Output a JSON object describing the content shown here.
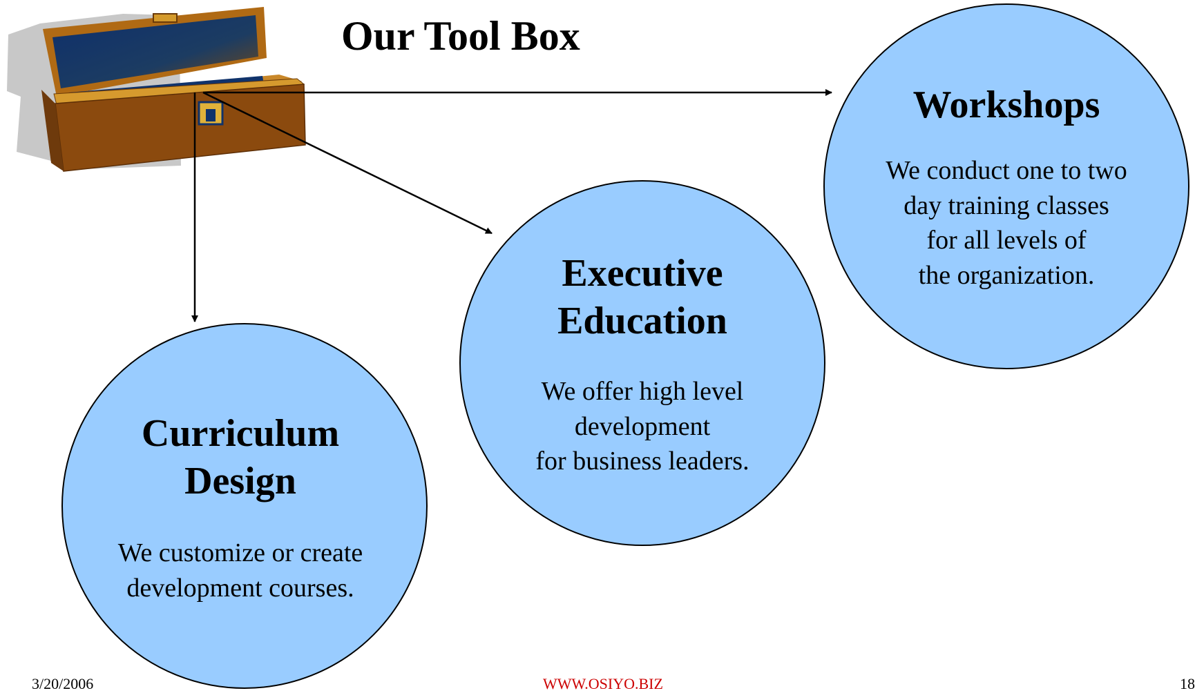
{
  "title": "Our Tool Box",
  "nodes": [
    {
      "id": "workshops",
      "heading": "Workshops",
      "body": "We conduct one to two\nday training classes\nfor all levels of\nthe organization."
    },
    {
      "id": "executive-education",
      "heading": "Executive\nEducation",
      "body": "We offer high level\ndevelopment\nfor business leaders."
    },
    {
      "id": "curriculum-design",
      "heading": "Curriculum\nDesign",
      "body": "We customize or create\ndevelopment courses."
    }
  ],
  "footer": {
    "date": "3/20/2006",
    "website": "WWW.OSIYO.BIZ",
    "page": "18"
  },
  "colors": {
    "circle_fill": "#99ccff",
    "website_text": "#cc0000",
    "toolbox_wood": "#8b4a0e",
    "toolbox_inner": "#10336b"
  },
  "icons": {
    "toolbox": "toolbox-icon"
  }
}
